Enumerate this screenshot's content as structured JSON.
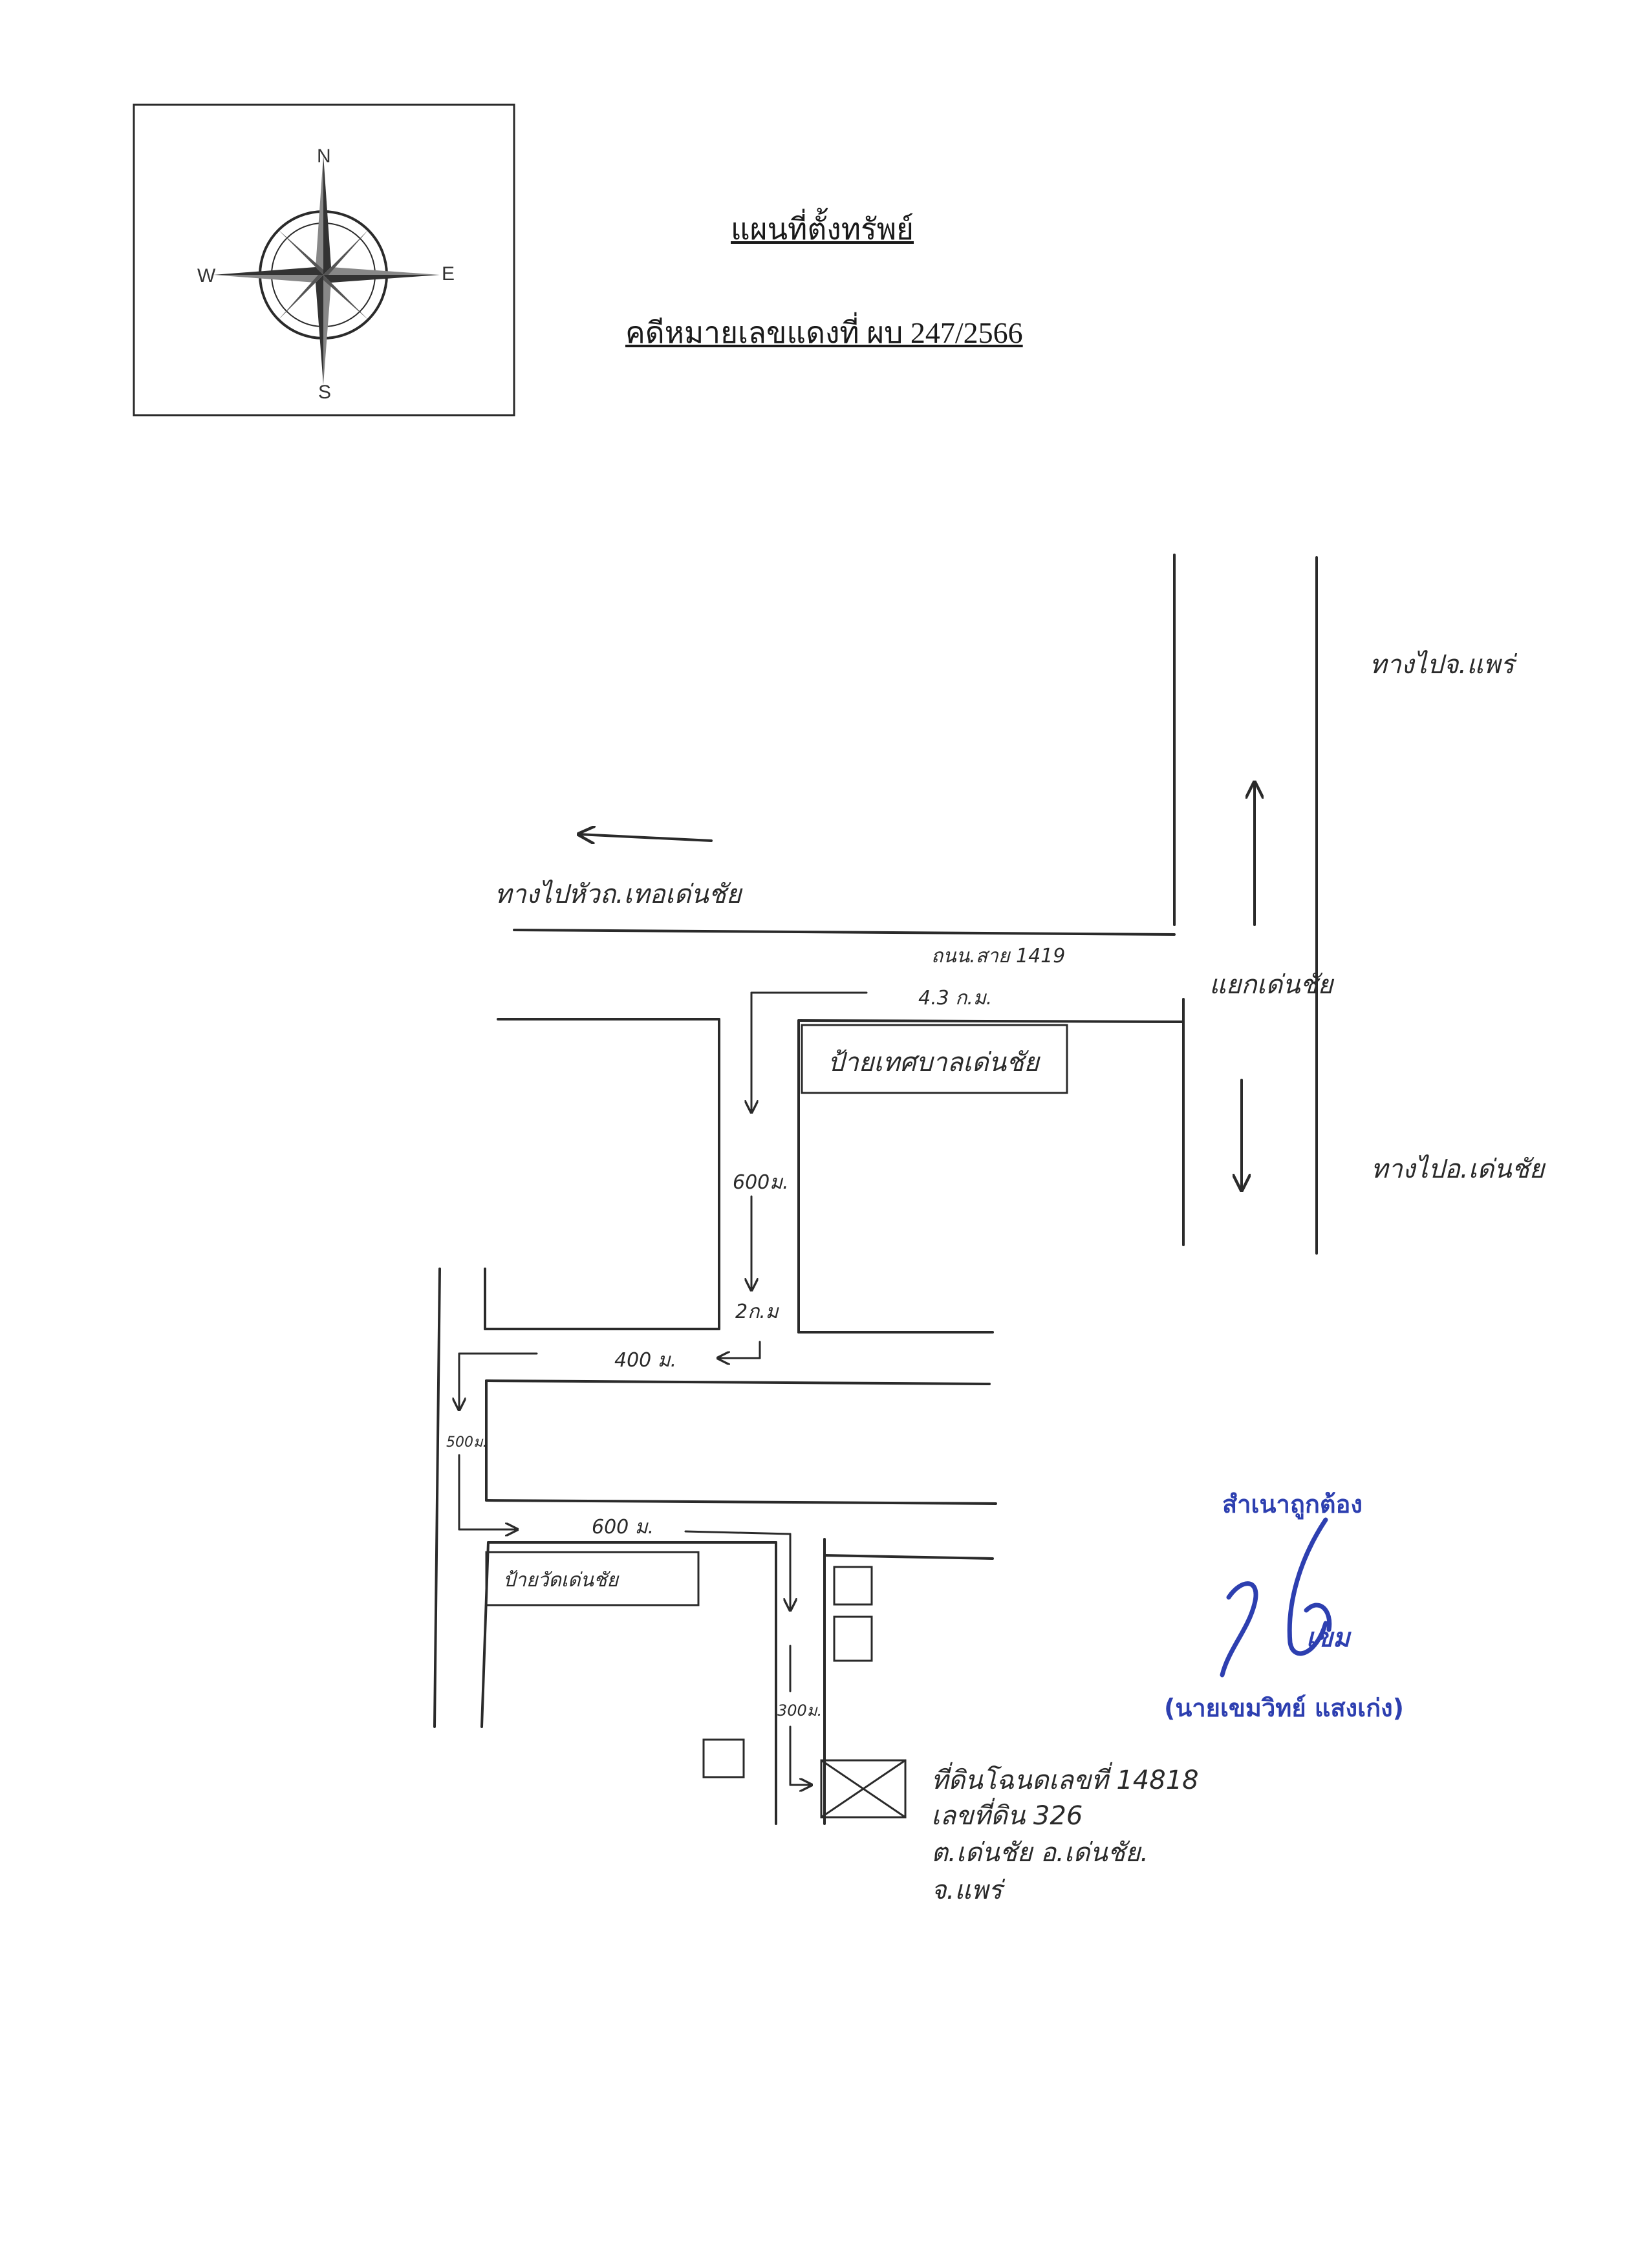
{
  "document": {
    "title": "แผนที่ตั้งทรัพย์",
    "case_number": "คดีหมายเลขแดงที่ ผบ 247/2566"
  },
  "compass": {
    "north": "N",
    "south": "S",
    "east": "E",
    "west": "W"
  },
  "map_labels": {
    "to_phrae": "ทางไปจ.แพร่",
    "to_den_chai_district": "ทางไปอ.เด่นชัย",
    "den_chai_junction": "แยกเด่นชัย",
    "to_den_chai_station": "ทางไปหัวถ.เทอเด่นชัย",
    "road_1419": "ถนน.สาย 1419",
    "distance_4_3km": "4.3 ก.ม.",
    "den_chai_municipality_sign": "ป้ายเทศบาลเด่นชัย",
    "distance_600m_a": "600ม.",
    "distance_2km": "2ก.ม",
    "distance_400m": "400 ม.",
    "distance_500m": "500ม.",
    "distance_600m_b": "600 ม.",
    "temple_sign": "ป้ายวัดเด่นชัย",
    "distance_300m": "300ม."
  },
  "land_parcel": {
    "deed": "ที่ดินโฉนดเลขที่ 14818",
    "land_no": "เลขที่ดิน 326",
    "location": "ต.เด่นชัย อ.เด่นชัย.",
    "province": "จ.แพร่"
  },
  "certification": {
    "stamp": "สำเนาถูกต้อง",
    "signature": "เขม",
    "signer": "(นายเขมวิทย์ แสงเก่ง)"
  },
  "colors": {
    "ink": "#2a2a2a",
    "stamp": "#2d3fb0"
  }
}
